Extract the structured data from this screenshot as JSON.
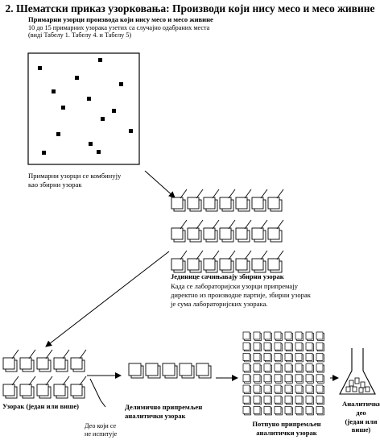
{
  "title": "2. Шематски приказ узорковања: Производи који нису месо и месо живине",
  "primary": {
    "heading": "Примарни узорци производа који нису месо и месо живине",
    "desc_line1": "10 до 15 примарних узорака узетих са случајно одабраних места",
    "desc_line2": "(видi Табелу 1. Табелу 4. и Табелу 5)"
  },
  "combine": {
    "line1": "Примарни узорци се комбинују",
    "line2": "као збирни узорак"
  },
  "units": {
    "heading": "Јединице сачињавају збирни узорак",
    "line1": "Када се лабораторијски узорци припремају",
    "line2": "директно из производне партије, збирни узорак",
    "line3": "је сума лабораторијских узорака."
  },
  "labels": {
    "sample": "Узорак (један или више)",
    "not_tested_1": "Део који се",
    "not_tested_2": "не испитује",
    "partial_1": "Делимично припремљен",
    "partial_2": "аналитички узорак",
    "full_1": "Потпуно припремљен",
    "full_2": "аналитички узорак",
    "analytic_1": "Аналитички",
    "analytic_2": "део",
    "analytic_3": "(један или",
    "analytic_4": "више)"
  }
}
